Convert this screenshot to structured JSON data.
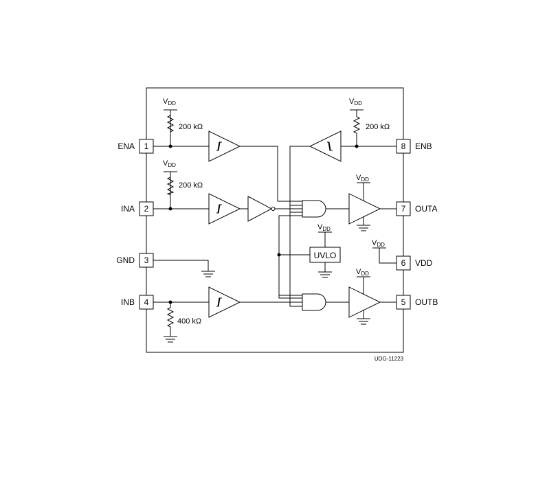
{
  "pins": [
    {
      "num": "1",
      "name": "ENA"
    },
    {
      "num": "2",
      "name": "INA"
    },
    {
      "num": "3",
      "name": "GND"
    },
    {
      "num": "4",
      "name": "INB"
    },
    {
      "num": "5",
      "name": "OUTB"
    },
    {
      "num": "6",
      "name": "VDD"
    },
    {
      "num": "7",
      "name": "OUTA"
    },
    {
      "num": "8",
      "name": "ENB"
    }
  ],
  "supply": {
    "main": "V",
    "sub": "DD"
  },
  "resistors": {
    "r_ena": "200 kΩ",
    "r_ina": "200 kΩ",
    "r_enb": "200 kΩ",
    "r_inb": "400 kΩ"
  },
  "uvlo": "UVLO",
  "doc_id": "UDG-11223"
}
